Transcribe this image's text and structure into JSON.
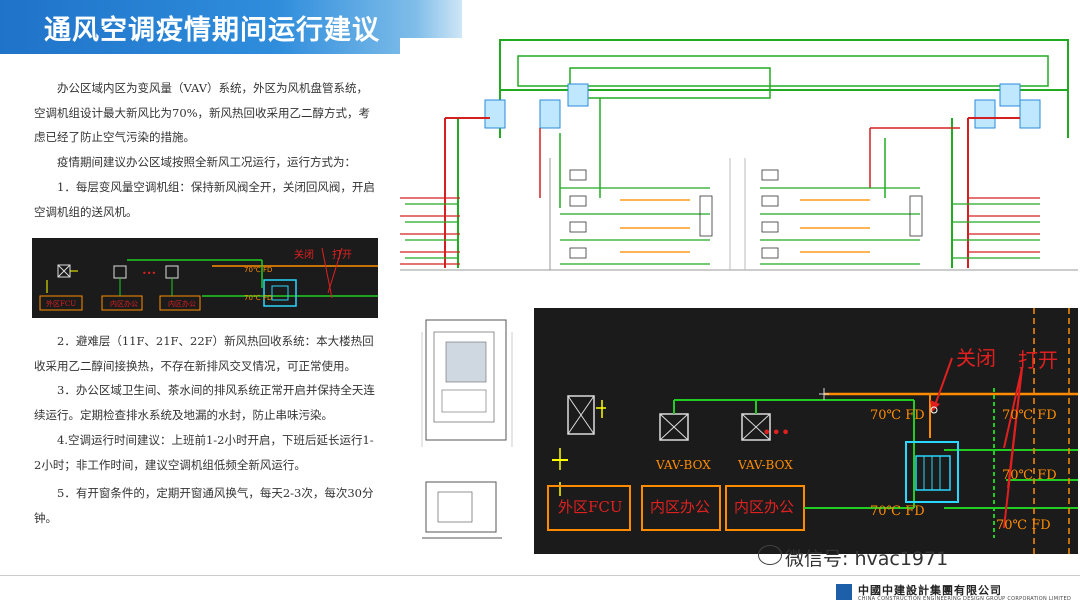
{
  "title": "通风空调疫情期间运行建议",
  "paragraphs": [
    "办公区域内区为变风量（VAV）系统，外区为风机盘管系统，空调机组设计最大新风比为70%，新风热回收采用乙二醇方式，考虑已经了防止空气污染的措施。",
    "疫情期间建议办公区域按照全新风工况运行，运行方式为：",
    "1．每层变风量空调机组：保持新风阀全开，关闭回风阀，开启空调机组的送风机。",
    "2．避难层（11F、21F、22F）新风热回收系统：本大楼热回收采用乙二醇间接换热，不存在新排风交叉情况，可正常使用。",
    "3．办公区域卫生间、茶水间的排风系统正常开启并保持全天连续运行。定期检查排水系统及地漏的水封，防止串味污染。",
    "4.空调运行时间建议：上班前1-2小时开启，下班后延长运行1-2小时；非工作时间，建议空调机组低频全新风运行。",
    "5．有开窗条件的，定期开窗通风换气，每天2-3次，每次30分钟。"
  ],
  "diagram": {
    "close_label": "关闭",
    "open_label": "打开",
    "damper_label": "70℃ FD",
    "vav_label": "VAV-BOX",
    "inner_office": "内区办公",
    "outer_fcu": "外区FCU",
    "dots": "•••"
  },
  "watermark": "微信号: hvac1971",
  "company": "中國中建設計集團有限公司",
  "company_en": "CHINA CONSTRUCTION ENGINEERING DESIGN GROUP CORPORATION LIMITED",
  "colors": {
    "banner": "#1f73c9",
    "cad_bg": "#1b1b1b",
    "orange": "#ff8c00",
    "green": "#22cc22",
    "red": "#e02020"
  }
}
